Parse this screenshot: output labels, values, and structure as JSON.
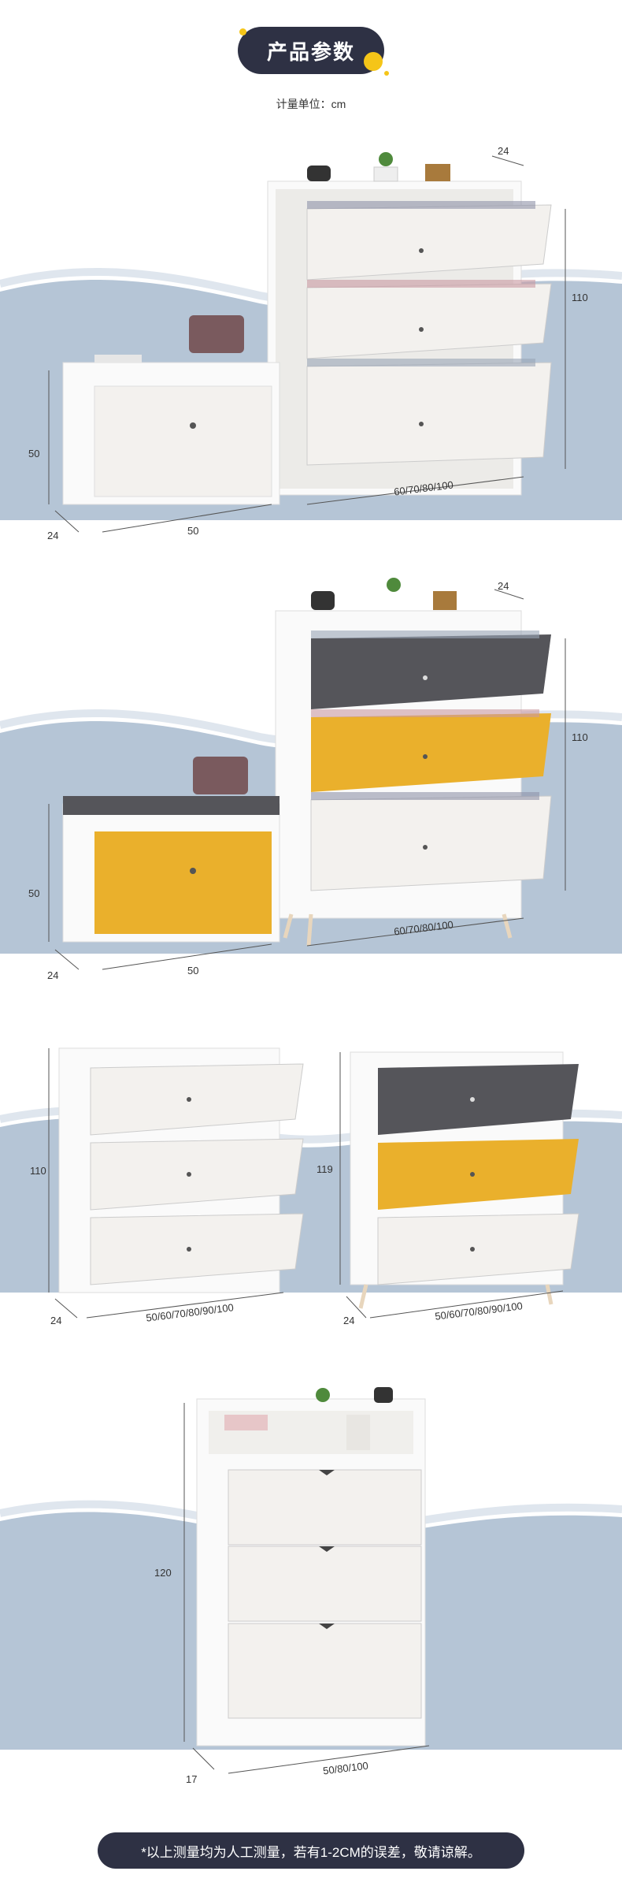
{
  "header": {
    "title": "产品参数",
    "unit_label": "计量单位：cm"
  },
  "scenes": [
    {
      "dims": {
        "top_depth": "24",
        "right_height": "110",
        "small_height": "50",
        "small_depth": "24",
        "small_width": "50",
        "widths": "60/70/80/100"
      }
    },
    {
      "dims": {
        "top_depth": "24",
        "right_height": "110",
        "small_height": "50",
        "small_depth": "24",
        "small_width": "50",
        "widths": "60/70/80/100"
      }
    },
    {
      "dims": {
        "left_height": "110",
        "left_depth": "24",
        "left_widths": "50/60/70/80/90/100",
        "right_height": "119",
        "right_depth": "24",
        "right_widths": "50/60/70/80/90/100"
      }
    },
    {
      "dims": {
        "height": "120",
        "depth": "17",
        "widths": "50/80/100"
      }
    }
  ],
  "footer": {
    "note": "*以上测量均为人工测量，若有1-2CM的误差，敬请谅解。"
  },
  "colors": {
    "accent": "#f5c518",
    "dark": "#2e3144",
    "wave_blue": "#b5c5d6",
    "panel_yellow": "#eab02c",
    "panel_gray": "#55555a",
    "white_panel": "#f3f1ee"
  }
}
